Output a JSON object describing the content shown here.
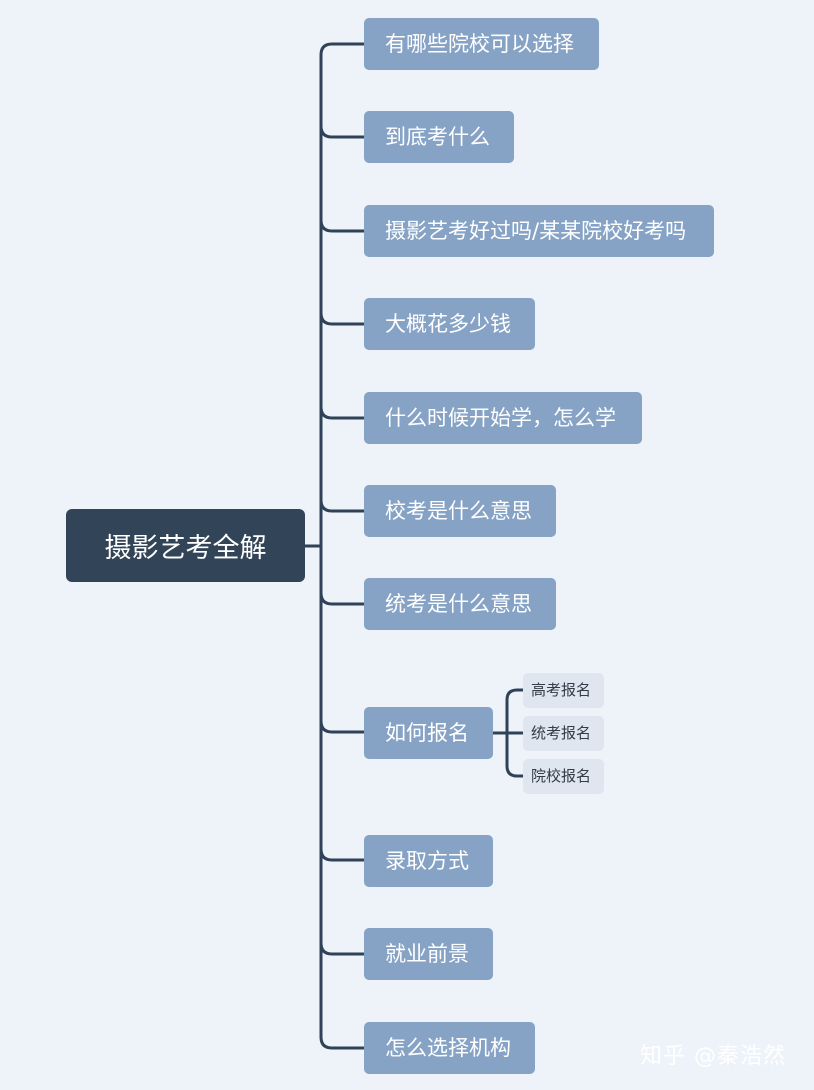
{
  "mindmap": {
    "root": "摄影艺考全解",
    "branches": [
      "有哪些院校可以选择",
      "到底考什么",
      "摄影艺考好过吗/某某院校好考吗",
      "大概花多少钱",
      "什么时候开始学，怎么学",
      "校考是什么意思",
      "统考是什么意思",
      "如何报名",
      "录取方式",
      "就业前景",
      "怎么选择机构"
    ],
    "subtopics": [
      "高考报名",
      "统考报名",
      "院校报名"
    ]
  },
  "watermark": "知乎 @秦浩然",
  "colors": {
    "background": "#eef3f9",
    "root": "#324457",
    "branch": "#86a3c6",
    "leaf": "#dfe6ef",
    "connector": "#2f4257"
  }
}
